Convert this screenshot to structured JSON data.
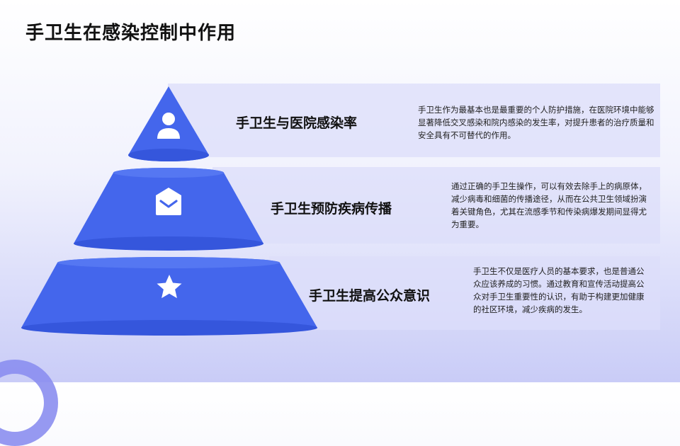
{
  "page": {
    "title": "手卫生在感染控制中作用"
  },
  "tiers": [
    {
      "heading": "手卫生与医院感染率",
      "description": "手卫生作为最基本也是最重要的个人防护措施，在医院环境中能够显著降低交叉感染和院内感染的发生率，对提升患者的治疗质量和安全具有不可替代的作用。",
      "icon": "user-icon"
    },
    {
      "heading": "手卫生预防疾病传播",
      "description": "通过正确的手卫生操作，可以有效去除手上的病原体，减少病毒和细菌的传播途径，从而在公共卫生领域扮演着关键角色，尤其在流感季节和传染病爆发期间显得尤为重要。",
      "icon": "envelope-icon"
    },
    {
      "heading": "手卫生提高公众意识",
      "description": "手卫生不仅是医疗人员的基本要求，也是普通公众应该养成的习惯。通过教育和宣传活动提高公众对手卫生重要性的认识，有助于构建更加健康的社区环境，减少疾病的发生。",
      "icon": "star-icon"
    }
  ],
  "colors": {
    "accent": "#4466ec",
    "accent_dark": "#3556dc",
    "band": "#dcdefa",
    "title": "#111111"
  }
}
